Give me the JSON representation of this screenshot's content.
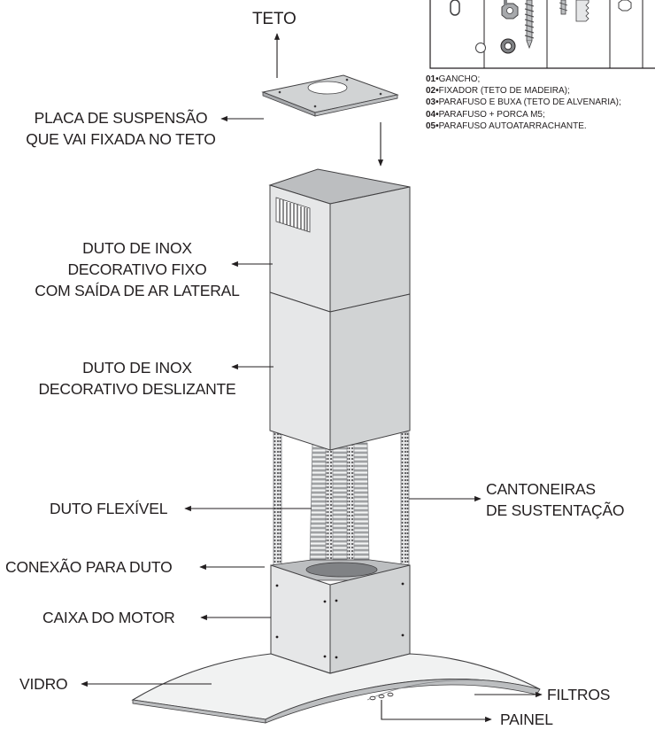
{
  "labels": {
    "teto": "TETO",
    "placa_l1": "PLACA DE SUSPENSÃO",
    "placa_l2": "QUE VAI FIXADA NO TETO",
    "duto_fixo_l1": "DUTO DE INOX",
    "duto_fixo_l2": "DECORATIVO FIXO",
    "duto_fixo_l3": "COM SAÍDA DE AR LATERAL",
    "duto_desl_l1": "DUTO DE INOX",
    "duto_desl_l2": "DECORATIVO DESLIZANTE",
    "duto_flexivel": "DUTO FLEXÍVEL",
    "cantoneiras_l1": "CANTONEIRAS",
    "cantoneiras_l2": "DE SUSTENTAÇÃO",
    "conexao": "CONEXÃO PARA DUTO",
    "caixa_motor": "CAIXA DO MOTOR",
    "vidro": "VIDRO",
    "filtros": "FILTROS",
    "painel": "PAINEL"
  },
  "parts": [
    {
      "num": "01•",
      "text": "GANCHO;"
    },
    {
      "num": "02•",
      "text": "FIXADOR (TETO DE MADEIRA);"
    },
    {
      "num": "03•",
      "text": "PARAFUSO E BUXA (TETO DE ALVENARIA);"
    },
    {
      "num": "04•",
      "text": "PARAFUSO + PORCA M5;"
    },
    {
      "num": "05•",
      "text": "PARAFUSO AUTOATARRACHANTE."
    }
  ],
  "colors": {
    "line": "#231f20",
    "steel_light": "#e6e7e8",
    "steel_mid": "#d1d3d4",
    "steel_dark": "#b6b8ba"
  }
}
